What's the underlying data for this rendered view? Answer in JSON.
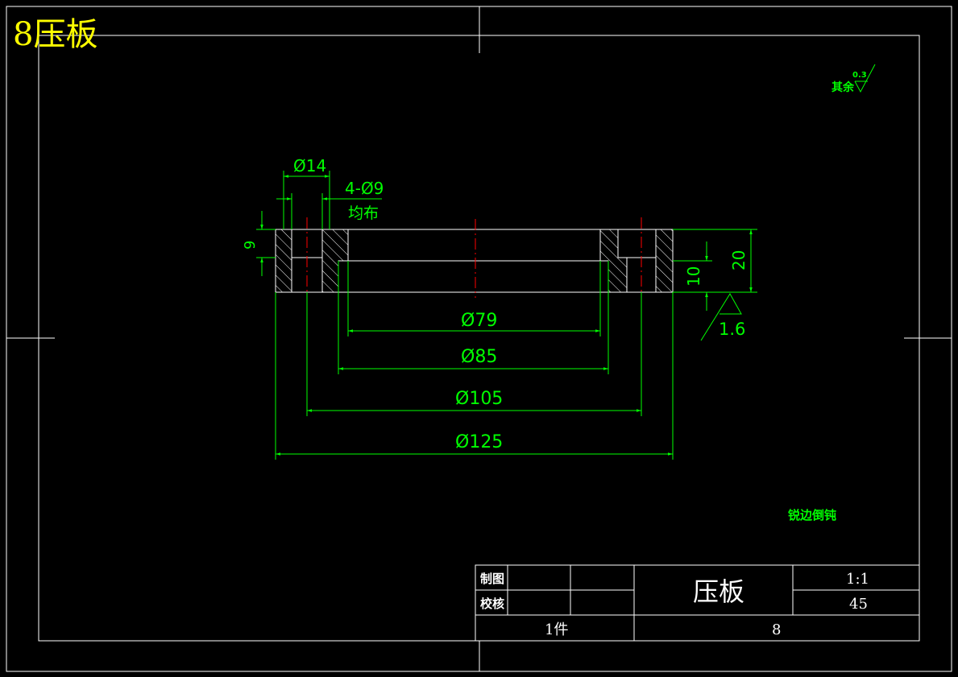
{
  "sheet_title": "8压板",
  "surface_note": {
    "prefix": "其余",
    "value": "0.3"
  },
  "dims": {
    "d14": "Ø14",
    "holes": "4-Ø9",
    "holes_note": "均布",
    "h9": "9",
    "h10": "10",
    "h20": "20",
    "ra": "1.6",
    "d79": "Ø79",
    "d85": "Ø85",
    "d105": "Ø105",
    "d125": "Ø125"
  },
  "note": "锐边倒钝",
  "title_block": {
    "drawn_label": "制图",
    "checked_label": "校核",
    "part_name": "压板",
    "scale": "1:1",
    "material": "45",
    "quantity": "1件",
    "drawing_no": "8"
  },
  "colors": {
    "background": "#000000",
    "outline": "#ffffff",
    "dimension": "#00ff00",
    "centerline": "#ff0000",
    "title": "#ffff00"
  }
}
